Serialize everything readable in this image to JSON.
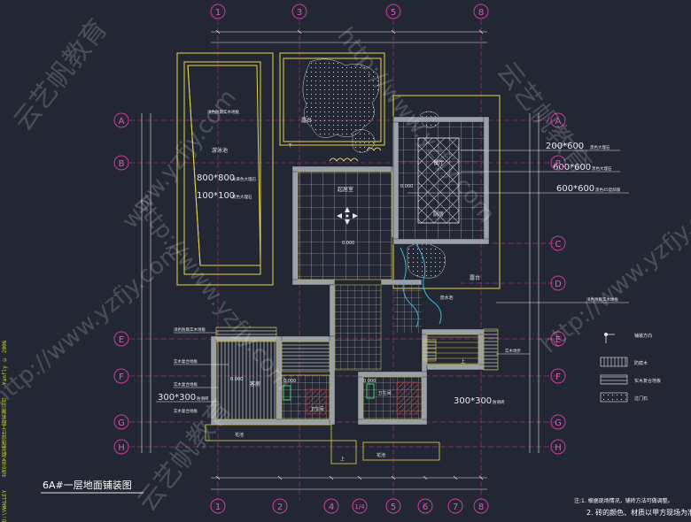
{
  "colors": {
    "background": "#222733",
    "grid_line": "#cc3b9c",
    "wall_fill": "#9aa0a8",
    "outline": "#e8d44a",
    "label": "#e8e8e8",
    "marker": "#e05ac0",
    "watermark": "#ffffff"
  },
  "sheet_info": {
    "side_text_top": "D:\\VWALLEY",
    "side_text_middle": "北京云艺帆装饰设计工程有限公司",
    "side_text_bottom": "Yanfly © 2006"
  },
  "axis_labels": {
    "top": [
      "1",
      "3",
      "5",
      "8"
    ],
    "bottom": [
      "1",
      "2",
      "4",
      "1/4",
      "5",
      "6",
      "7",
      "8"
    ],
    "left": [
      "A",
      "B",
      "E",
      "F",
      "G",
      "H"
    ],
    "right": [
      "A",
      "B",
      "C",
      "D",
      "E",
      "F",
      "G",
      "H"
    ]
  },
  "rooms": {
    "pool": "游泳池",
    "terrace_top": "露台",
    "living_room": "起居室",
    "dining": "餐厅",
    "kitchen": "厨房",
    "passage": "露台",
    "water_feature": "流水池",
    "guest_room": "客房",
    "wc_left": "卫生间",
    "wc_right": "卫生间",
    "flower_bed_left": "花池",
    "flower_bed_right": "花池"
  },
  "materials": {
    "tile_800": "800*800",
    "tile_800_note": "米黄色大理石",
    "tile_100": "100*100",
    "tile_100_note": "黑色大理石",
    "tile_200_600": "200*600",
    "tile_200_600_note": "黑色大理石",
    "tile_600": "600*600",
    "tile_600_note": "黑色大理石",
    "tile_600_45": "600*600",
    "tile_600_45_note": "黑色45度斜铺",
    "tile_300_left": "300*300",
    "tile_300_left_note": "防滑砖",
    "tile_300_right": "300*300",
    "tile_300_right_note": "防滑砖",
    "pool_edge_note": "浅色防腐实木地板",
    "deck_right_note": "浅色防腐实木地板",
    "left_note_1": "浅色防腐实木地板",
    "left_note_2": "实木复合地板",
    "left_note_3": "实木复合地板",
    "wc_note": "实木复合地板"
  },
  "elevations": [
    "0.000",
    "0.000",
    "0.000",
    "0.000",
    "0.000"
  ],
  "stair_labels": {
    "up": "下",
    "up2": "上",
    "up3": "上"
  },
  "legend": {
    "items": [
      {
        "label": "铺装方向",
        "icon": "direction-arrow-icon"
      },
      {
        "label": "防腐木",
        "icon": "hatch-wood-icon"
      },
      {
        "label": "实木复合地板",
        "icon": "hatch-floor-icon"
      },
      {
        "label": "过门石",
        "icon": "hatch-stone-icon"
      }
    ],
    "deck_note": "实木地步"
  },
  "drawing_title": "6A#一层地面铺装图",
  "notes": {
    "line1": "注:1. 根据现场情况，铺砖方法可做调整。",
    "line2": "2. 砖的颜色、材质以甲方现场为准。"
  },
  "watermarks": [
    "www.yzfjy.com",
    "云艺帆教育",
    "http://www.yzfjy.com",
    "云艺帆教育",
    "http://www.yzfjy.com",
    "云艺帆教育",
    "http://www.yzfjy.com",
    "http://www.yzfjy.com"
  ]
}
